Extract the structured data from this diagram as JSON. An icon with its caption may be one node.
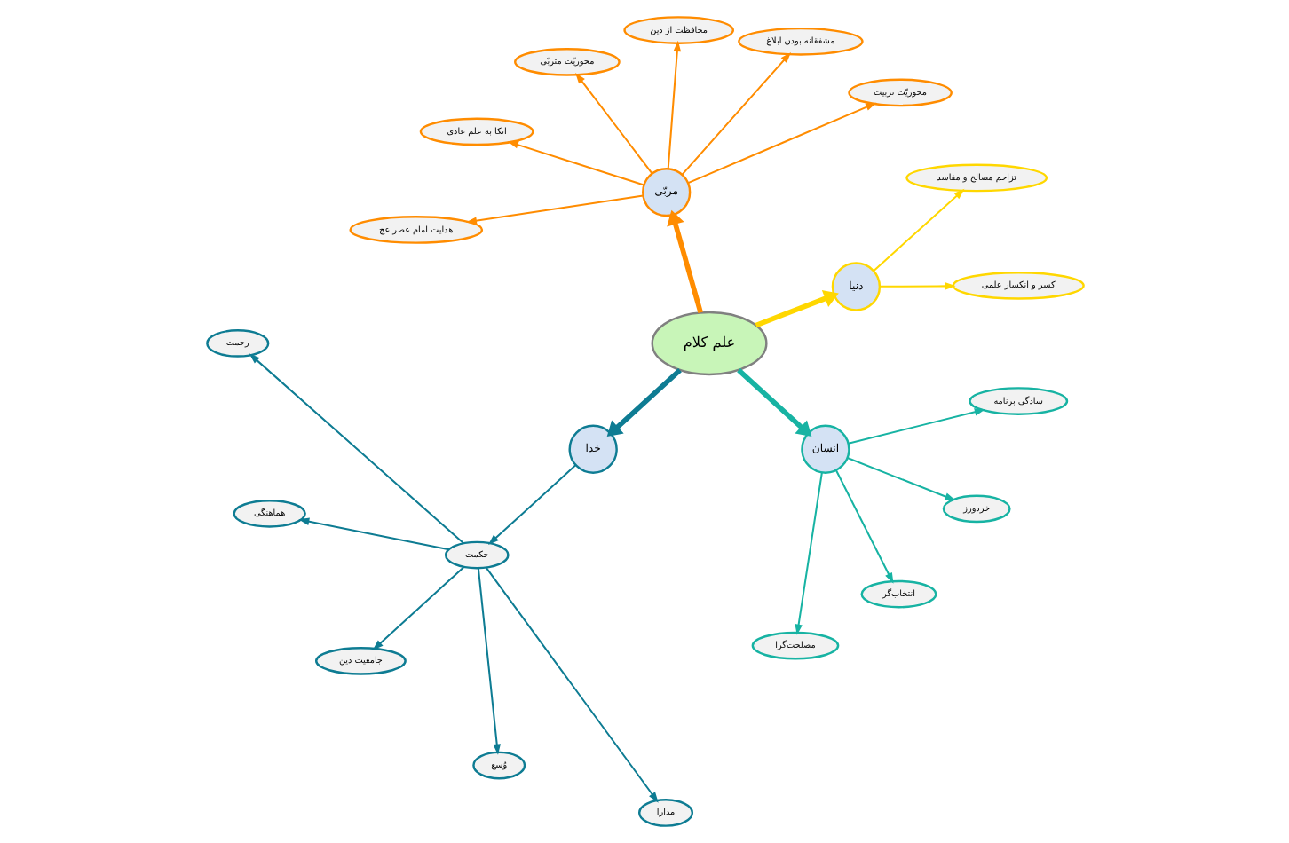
{
  "diagram": {
    "nodes": [
      {
        "text": [
          "علم کلام"
        ]
      },
      {
        "text": [
          "دنیا"
        ]
      },
      {
        "text": [
          "کسر و انکسار علمی"
        ]
      },
      {
        "text": [
          "تزاحم مصالح و مفاسد"
        ]
      },
      {
        "text": [
          "مربّی"
        ]
      },
      {
        "text": [
          "محوریّت تربیت"
        ]
      },
      {
        "text": [
          "مشفقانه بودن ابلاغ"
        ]
      },
      {
        "text": [
          "محافظت از دین"
        ]
      },
      {
        "text": [
          "محوریّت متربّی"
        ]
      },
      {
        "text": [
          "اتکا به علم عادی"
        ]
      },
      {
        "text": [
          "هدایت امام عصر عج"
        ]
      },
      {
        "text": [
          "خدا"
        ]
      },
      {
        "text": [
          "حکمت"
        ]
      },
      {
        "text": [
          "رحمت"
        ]
      },
      {
        "text": [
          "هماهنگی"
        ]
      },
      {
        "text": [
          "جامعیت دین"
        ]
      },
      {
        "text": [
          "وُسع"
        ]
      },
      {
        "text": [
          "مدارا"
        ]
      },
      {
        "text": [
          "انسان"
        ]
      },
      {
        "text": [
          "مصلحت‌گرا"
        ]
      },
      {
        "text": [
          "انتخاب‌گر"
        ]
      },
      {
        "text": [
          "خردورز"
        ]
      },
      {
        "text": [
          "سادگی برنامه"
        ]
      }
    ],
    "edges": [
      {
        "from": 0,
        "to": 1,
        "arrow": "to",
        "style": "thick",
        "color": "#ffd700"
      },
      {
        "from": 1,
        "to": 2,
        "arrow": "to",
        "color": "#ffd700"
      },
      {
        "from": 1,
        "to": 3,
        "arrow": "to",
        "color": "#ffd700"
      },
      {
        "from": 0,
        "to": 4,
        "arrow": "to",
        "style": "thick",
        "color": "#ff8c00"
      },
      {
        "from": 4,
        "to": 5,
        "arrow": "to",
        "color": "#ff8c00"
      },
      {
        "from": 4,
        "to": 6,
        "arrow": "to",
        "color": "#ff8c00"
      },
      {
        "from": 4,
        "to": 7,
        "arrow": "to",
        "color": "#ff8c00"
      },
      {
        "from": 4,
        "to": 8,
        "arrow": "to",
        "color": "#ff8c00"
      },
      {
        "from": 4,
        "to": 9,
        "arrow": "to",
        "color": "#ff8c00"
      },
      {
        "from": 4,
        "to": 10,
        "arrow": "to",
        "color": "#ff8c00"
      },
      {
        "from": 0,
        "to": 11,
        "arrow": "to",
        "style": "thick",
        "color": "#0e7c93"
      },
      {
        "from": 11,
        "to": 12,
        "arrow": "to",
        "color": "#0e7c93"
      },
      {
        "from": 12,
        "to": 13,
        "arrow": "to",
        "color": "#0e7c93"
      },
      {
        "from": 12,
        "to": 14,
        "arrow": "to",
        "color": "#0e7c93"
      },
      {
        "from": 12,
        "to": 15,
        "arrow": "to",
        "color": "#0e7c93"
      },
      {
        "from": 12,
        "to": 16,
        "arrow": "to",
        "color": "#0e7c93"
      },
      {
        "from": 12,
        "to": 17,
        "arrow": "to",
        "color": "#0e7c93"
      },
      {
        "from": 0,
        "to": 18,
        "arrow": "to",
        "style": "thick",
        "color": "#17b3a3"
      },
      {
        "from": 18,
        "to": 19,
        "arrow": "to",
        "color": "#17b3a3"
      },
      {
        "from": 18,
        "to": 20,
        "arrow": "to",
        "color": "#17b3a3"
      },
      {
        "from": 18,
        "to": 21,
        "arrow": "to",
        "color": "#17b3a3"
      },
      {
        "from": 18,
        "to": 22,
        "arrow": "to",
        "color": "#17b3a3"
      }
    ]
  }
}
